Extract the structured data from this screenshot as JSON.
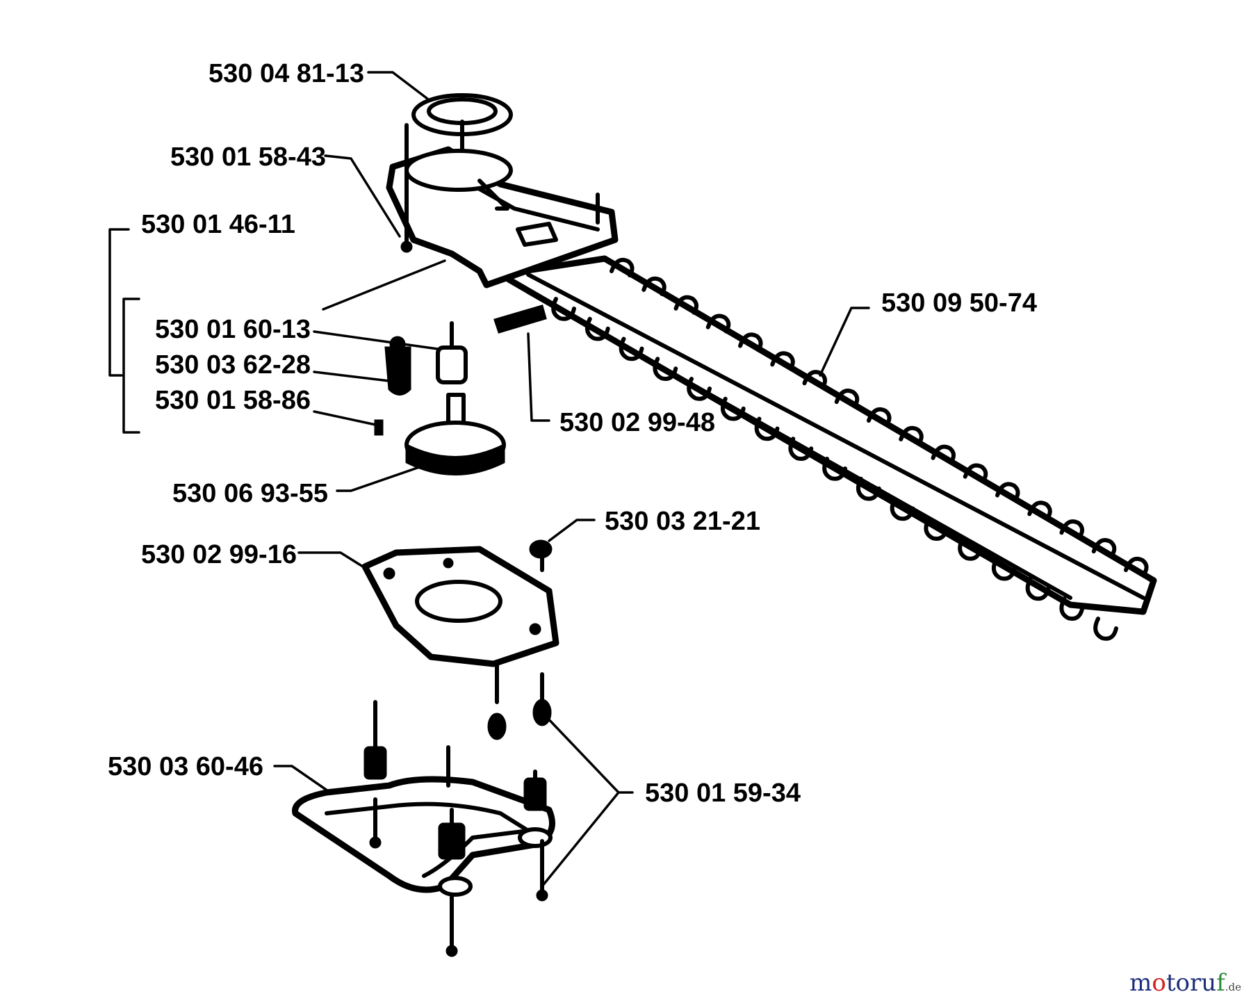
{
  "diagram": {
    "parts": [
      {
        "id": "p1",
        "number": "530 04 81-13"
      },
      {
        "id": "p2",
        "number": "530 01 58-43"
      },
      {
        "id": "p3",
        "number": "530 01 46-11"
      },
      {
        "id": "p4",
        "number": "530 01 60-13"
      },
      {
        "id": "p5",
        "number": "530 03 62-28"
      },
      {
        "id": "p6",
        "number": "530 01 58-86"
      },
      {
        "id": "p7",
        "number": "530 06 93-55"
      },
      {
        "id": "p8",
        "number": "530 02 99-48"
      },
      {
        "id": "p9",
        "number": "530 09 50-74"
      },
      {
        "id": "p10",
        "number": "530 03 21-21"
      },
      {
        "id": "p11",
        "number": "530 02 99-16"
      },
      {
        "id": "p12",
        "number": "530 03 60-46"
      },
      {
        "id": "p13",
        "number": "530 01 59-34"
      }
    ]
  },
  "watermark": {
    "brand_part1": "m",
    "brand_part2": "o",
    "brand_part3": "toru",
    "brand_part4": "f",
    "tld": ".de",
    "colors": {
      "blue": "#1c2e7a",
      "red": "#d21e1e",
      "green": "#2e8b3a"
    }
  }
}
